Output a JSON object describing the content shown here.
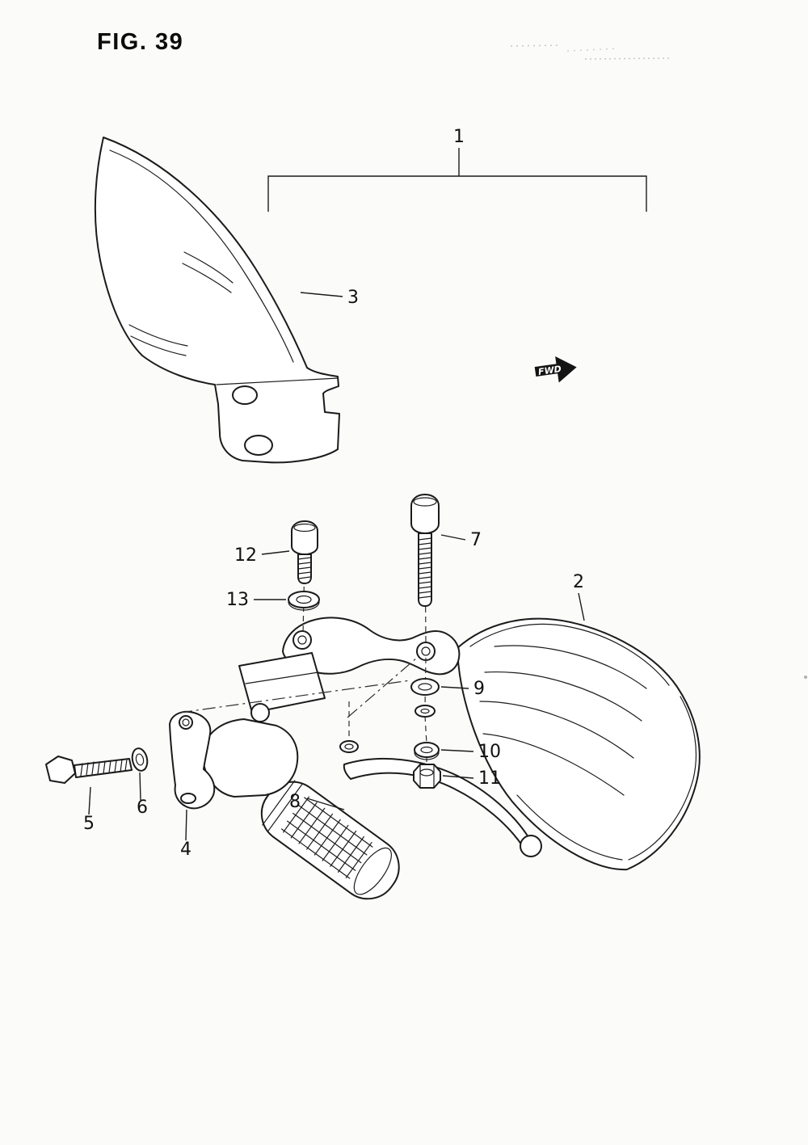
{
  "figure": {
    "title": "FIG. 39"
  },
  "direction_badge": {
    "label": "FWD"
  },
  "callouts": [
    {
      "ref": "1"
    },
    {
      "ref": "2"
    },
    {
      "ref": "3"
    },
    {
      "ref": "4"
    },
    {
      "ref": "5"
    },
    {
      "ref": "6"
    },
    {
      "ref": "7"
    },
    {
      "ref": "8"
    },
    {
      "ref": "9"
    },
    {
      "ref": "10"
    },
    {
      "ref": "11"
    },
    {
      "ref": "12"
    },
    {
      "ref": "13"
    }
  ]
}
